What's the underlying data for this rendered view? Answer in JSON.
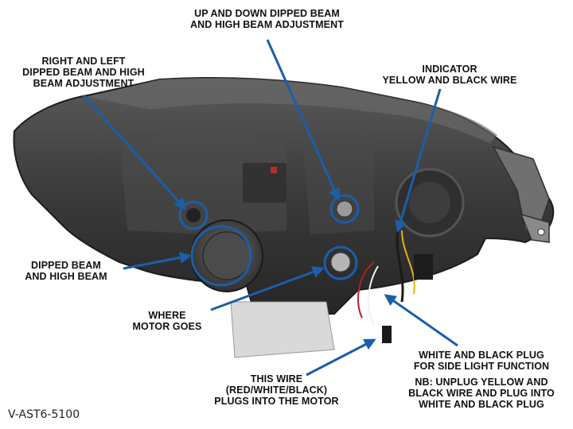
{
  "product_code": "V-AST6-5100",
  "annotations": {
    "up_down": [
      "UP AND DOWN DIPPED BEAM",
      "AND HIGH BEAM ADJUSTMENT"
    ],
    "right_left": [
      "RIGHT AND LEFT",
      "DIPPED BEAM AND HIGH",
      "BEAM ADJUSTMENT"
    ],
    "indicator": [
      "INDICATOR",
      "YELLOW  AND BLACK WIRE"
    ],
    "dipped_high": [
      "DIPPED BEAM",
      "AND HIGH BEAM"
    ],
    "motor": [
      "WHERE",
      "MOTOR GOES"
    ],
    "white_black_plug": [
      "WHITE AND BLACK PLUG",
      "FOR SIDE LIGHT FUNCTION"
    ],
    "note": [
      "NB: UNPLUG YELLOW AND",
      "BLACK WIRE AND PLUG INTO",
      "WHITE AND BLACK PLUG"
    ],
    "this_wire": [
      "THIS WIRE",
      "(RED/WHITE/BLACK)",
      "PLUGS INTO THE MOTOR"
    ]
  },
  "colors": {
    "accent": "#1a5fa8",
    "housing": "#3a3a3a"
  }
}
